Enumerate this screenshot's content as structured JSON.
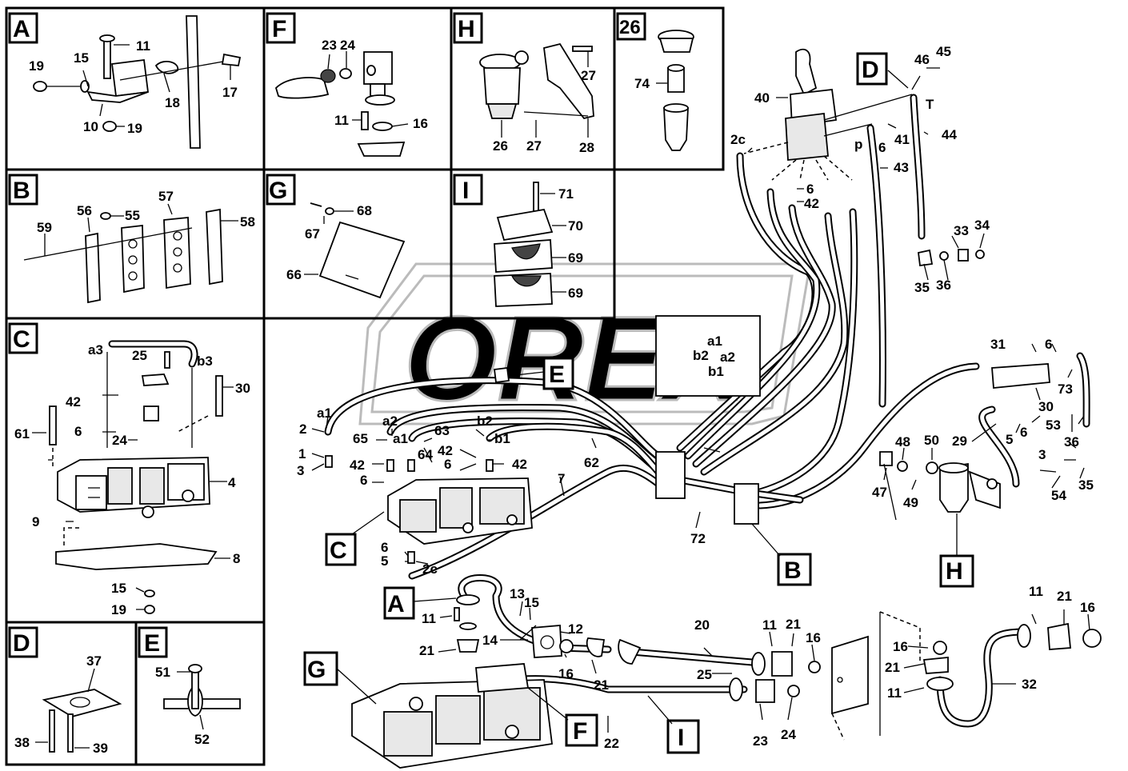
{
  "watermark": "OREX",
  "panels": {
    "A": {
      "letter": "A",
      "labels": [
        "11",
        "15",
        "19",
        "18",
        "17",
        "10",
        "19"
      ]
    },
    "F": {
      "letter": "F",
      "labels": [
        "23",
        "24",
        "11",
        "16"
      ]
    },
    "H": {
      "letter": "H",
      "labels": [
        "27",
        "26",
        "27",
        "28"
      ]
    },
    "P26": {
      "letter": "26",
      "labels": [
        "74"
      ]
    },
    "B": {
      "letter": "B",
      "labels": [
        "56",
        "55",
        "57",
        "58",
        "59"
      ]
    },
    "G": {
      "letter": "G",
      "labels": [
        "68",
        "67",
        "66"
      ]
    },
    "I": {
      "letter": "I",
      "labels": [
        "71",
        "70",
        "69",
        "69"
      ]
    },
    "C": {
      "letter": "C",
      "labels": [
        "a3",
        "25",
        "b3",
        "30",
        "42",
        "6",
        "24",
        "61",
        "4",
        "9",
        "8",
        "15",
        "19"
      ]
    },
    "D": {
      "letter": "D",
      "labels": [
        "37",
        "38",
        "39"
      ]
    },
    "E": {
      "letter": "E",
      "labels": [
        "51",
        "52"
      ]
    }
  },
  "callouts": [
    "D",
    "E",
    "C",
    "B",
    "H",
    "A",
    "G",
    "F",
    "I"
  ],
  "main_labels": {
    "joystick": [
      "40",
      "46",
      "45",
      "T",
      "2c",
      "p",
      "6",
      "41",
      "44",
      "43",
      "6",
      "42"
    ],
    "tee": [
      "33",
      "34",
      "35",
      "36"
    ],
    "ports": [
      "a1",
      "b2",
      "a2",
      "b1"
    ],
    "valve_upper": [
      "a1",
      "2",
      "a2",
      "b2",
      "65",
      "a1",
      "63",
      "b1",
      "1",
      "64",
      "42",
      "42",
      "3",
      "6",
      "6",
      "42",
      "62",
      "7"
    ],
    "right": [
      "31",
      "6",
      "73",
      "30",
      "29",
      "5",
      "6",
      "53",
      "48",
      "50",
      "36",
      "3",
      "47",
      "49",
      "54",
      "35"
    ],
    "lower_left": [
      "72",
      "6",
      "5",
      "2c",
      "11",
      "13",
      "15",
      "12",
      "21",
      "14",
      "16",
      "21",
      "20"
    ],
    "lower_right": [
      "11",
      "21",
      "16",
      "25",
      "23",
      "24",
      "11",
      "21",
      "16",
      "16",
      "21",
      "11",
      "32",
      "22"
    ]
  }
}
